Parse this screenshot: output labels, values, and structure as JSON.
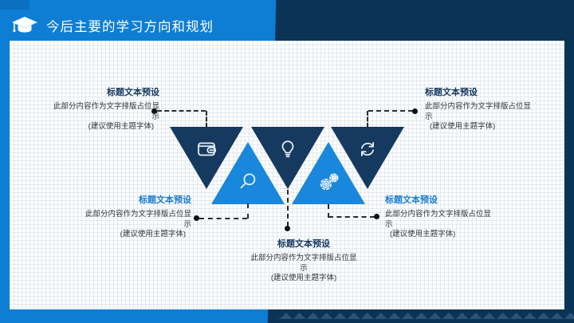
{
  "header": {
    "title": "今后主要的学习方向和规划",
    "icon": "graduation-cap-icon"
  },
  "colors": {
    "primary_blue": "#0E7ED4",
    "dark_navy": "#0B3355",
    "triangle_navy": "#16395F",
    "triangle_blue": "#1987DC",
    "title_navy": "#17375E",
    "title_blue": "#1B7CD0",
    "body_text": "#333333"
  },
  "items": [
    {
      "position": "top-left",
      "triangle": "navy-down",
      "icon": "wallet-icon",
      "title": "标题文本预设",
      "desc_line1": "此部分内容作为文字排版占位显",
      "desc_line2": "示",
      "note": "(建议使用主题字体)"
    },
    {
      "position": "bottom-left",
      "triangle": "blue-up",
      "icon": "magnifier-icon",
      "title": "标题文本预设",
      "desc_line1": "此部分内容作为文字排版占位显",
      "desc_line2": "示",
      "note": "(建议使用主题字体)"
    },
    {
      "position": "bottom-center",
      "triangle": "navy-down",
      "icon": "lightbulb-icon",
      "title": "标题文本预设",
      "desc_line1": "此部分内容作为文字排版占位显",
      "desc_line2": "示",
      "note": "(建议使用主题字体)"
    },
    {
      "position": "bottom-right",
      "triangle": "blue-up",
      "icon": "gears-icon",
      "title": "标题文本预设",
      "desc_line1": "此部分内容作为文字排版占位显",
      "desc_line2": "示",
      "note": "(建议使用主题字体)"
    },
    {
      "position": "top-right",
      "triangle": "navy-down",
      "icon": "refresh-icon",
      "title": "标题文本预设",
      "desc_line1": "此部分内容作为文字排版占位显",
      "desc_line2": "示",
      "note": "(建议使用主题字体)"
    }
  ]
}
